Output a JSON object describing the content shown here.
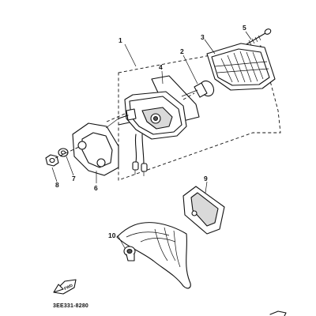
{
  "diagram": {
    "callouts": [
      "1",
      "2",
      "3",
      "4",
      "5",
      "6",
      "7",
      "8",
      "9",
      "10"
    ],
    "part_code": "3EE331-8280",
    "arrow_label": "FWD"
  }
}
